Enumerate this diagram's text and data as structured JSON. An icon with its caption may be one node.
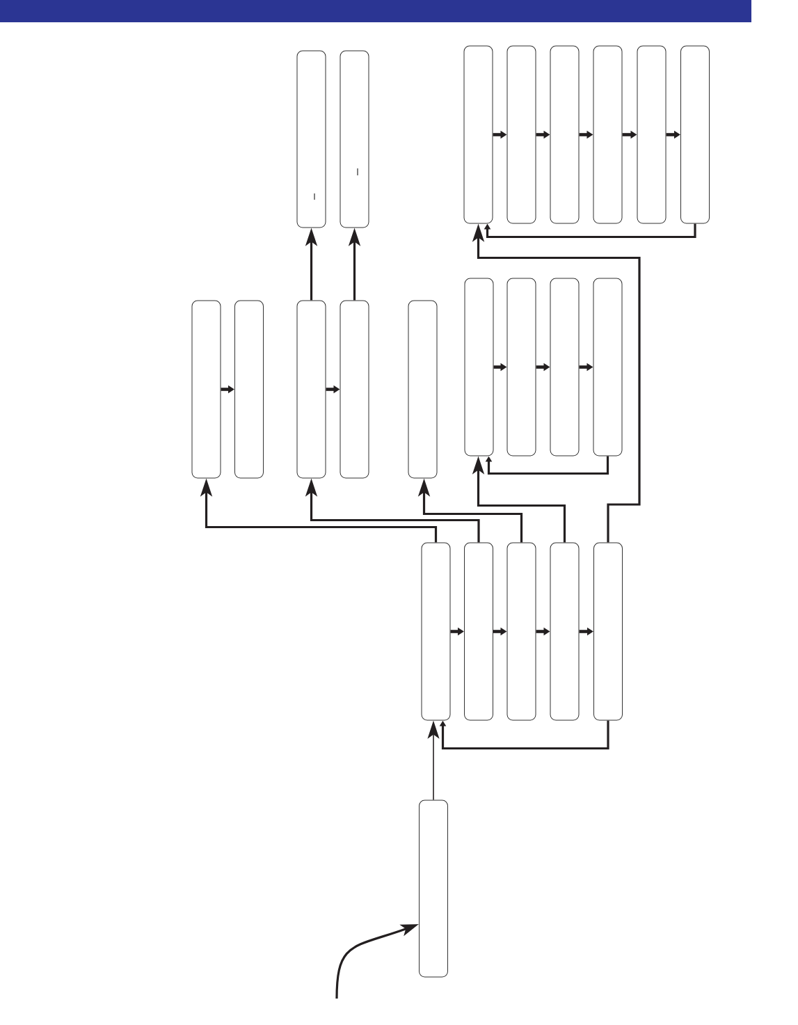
{
  "diagram": {
    "nodes": [
      {
        "text": [],
        "shape": "box"
      },
      {
        "text": [],
        "shape": "box"
      },
      {
        "text": [],
        "shape": "box"
      },
      {
        "text": [],
        "shape": "box"
      },
      {
        "text": [],
        "shape": "box"
      },
      {
        "text": [],
        "shape": "box"
      },
      {
        "text": [],
        "shape": "box"
      },
      {
        "text": [],
        "shape": "box"
      },
      {
        "text": [],
        "shape": "box"
      },
      {
        "text": [],
        "shape": "box"
      },
      {
        "text": [],
        "shape": "box"
      },
      {
        "text": [],
        "shape": "box"
      },
      {
        "text": [],
        "shape": "box"
      },
      {
        "text": [],
        "shape": "box"
      },
      {
        "text": [],
        "shape": "box"
      },
      {
        "text": [],
        "shape": "box"
      },
      {
        "text": [],
        "shape": "box"
      },
      {
        "text": [],
        "shape": "box"
      },
      {
        "text": [],
        "shape": "box"
      },
      {
        "text": [],
        "shape": "box"
      },
      {
        "text": [],
        "shape": "box"
      },
      {
        "text": [],
        "shape": "box"
      },
      {
        "text": [],
        "shape": "box"
      }
    ],
    "edges": [
      {
        "from": null,
        "to": 22,
        "arrow": "to"
      },
      {
        "from": 22,
        "to": 17,
        "arrow": "to"
      },
      {
        "from": 17,
        "to": 18,
        "arrow": "to"
      },
      {
        "from": 18,
        "to": 19,
        "arrow": "to"
      },
      {
        "from": 19,
        "to": 20,
        "arrow": "to"
      },
      {
        "from": 20,
        "to": 21,
        "arrow": "to"
      },
      {
        "from": 21,
        "to": 17,
        "arrow": "to"
      },
      {
        "from": 17,
        "to": 8,
        "arrow": "to"
      },
      {
        "from": 18,
        "to": 10,
        "arrow": "to"
      },
      {
        "from": 19,
        "to": 12,
        "arrow": "to"
      },
      {
        "from": 20,
        "to": 13,
        "arrow": "to"
      },
      {
        "from": 21,
        "to": 2,
        "arrow": "to"
      },
      {
        "from": 8,
        "to": 9,
        "arrow": "to"
      },
      {
        "from": 10,
        "to": 11,
        "arrow": "to"
      },
      {
        "from": 10,
        "to": 0,
        "arrow": "to"
      },
      {
        "from": 11,
        "to": 1,
        "arrow": "to"
      },
      {
        "from": 13,
        "to": 14,
        "arrow": "to"
      },
      {
        "from": 14,
        "to": 15,
        "arrow": "to"
      },
      {
        "from": 15,
        "to": 16,
        "arrow": "to"
      },
      {
        "from": 16,
        "to": 13,
        "arrow": "to"
      },
      {
        "from": 2,
        "to": 3,
        "arrow": "to"
      },
      {
        "from": 3,
        "to": 4,
        "arrow": "to"
      },
      {
        "from": 4,
        "to": 5,
        "arrow": "to"
      },
      {
        "from": 5,
        "to": 6,
        "arrow": "to"
      },
      {
        "from": 6,
        "to": 7,
        "arrow": "to"
      },
      {
        "from": 7,
        "to": 2,
        "arrow": "to"
      }
    ]
  }
}
